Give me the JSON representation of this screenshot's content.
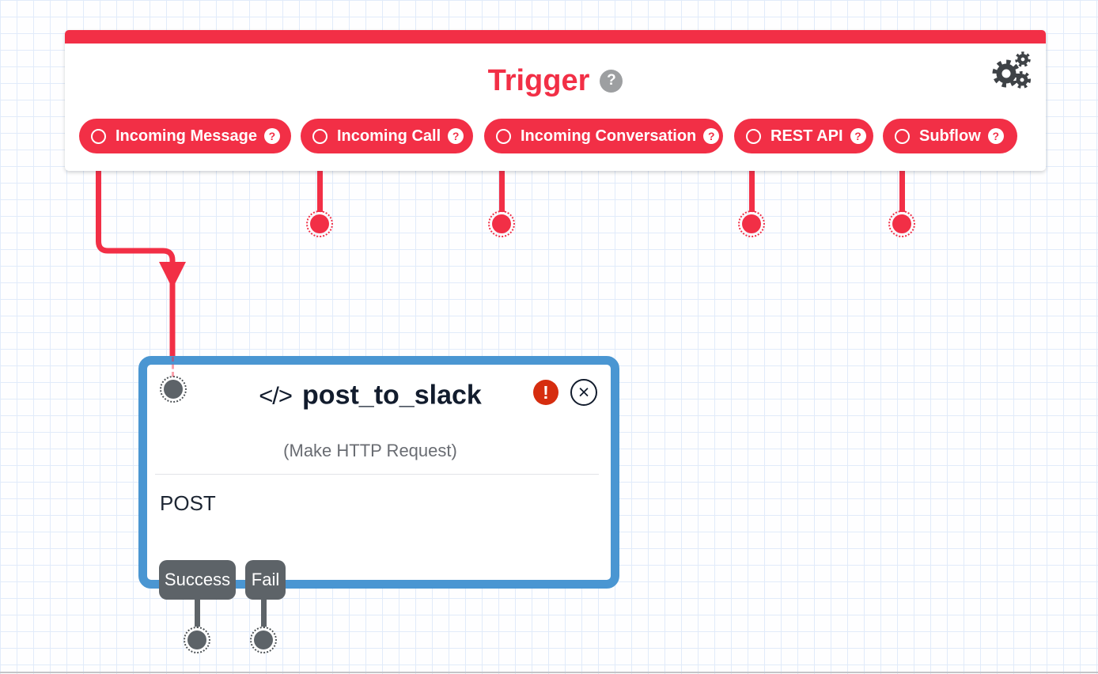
{
  "trigger": {
    "title": "Trigger",
    "help": "?",
    "tabs": [
      {
        "label": "Incoming Message",
        "help": "?"
      },
      {
        "label": "Incoming Call",
        "help": "?"
      },
      {
        "label": "Incoming Conversation",
        "help": "?"
      },
      {
        "label": "REST API",
        "help": "?"
      },
      {
        "label": "Subflow",
        "help": "?"
      }
    ]
  },
  "node": {
    "title": "post_to_slack",
    "type_label": "(Make HTTP Request)",
    "method": "POST",
    "code_icon": "</>",
    "error_badge": "!",
    "close_icon": "×",
    "outputs": [
      {
        "label": "Success"
      },
      {
        "label": "Fail"
      }
    ]
  },
  "colors": {
    "brand_red": "#f22f46",
    "error_red": "#d62d0f",
    "selected_blue": "#4a96d2",
    "title_navy": "#121c2d",
    "output_gray": "#5d6368"
  }
}
